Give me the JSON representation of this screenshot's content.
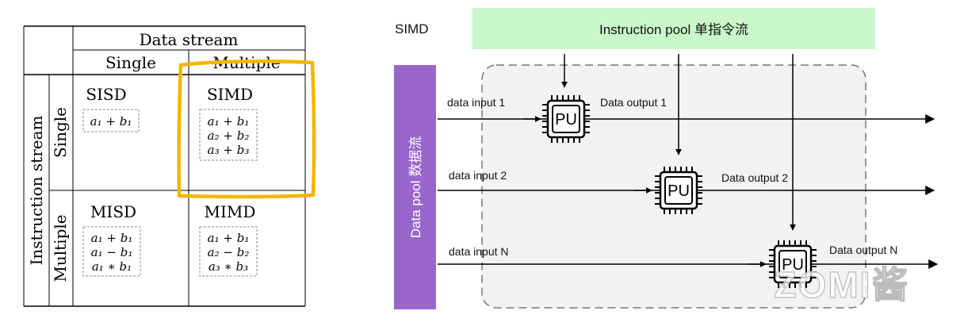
{
  "taxonomy": {
    "header_data_stream": "Data stream",
    "col_single": "Single",
    "col_multiple": "Multiple",
    "row_header_instruction_stream": "Instruction stream",
    "row_single": "Single",
    "row_multiple": "Multiple",
    "cells": {
      "sisd": {
        "title": "SISD",
        "ops": [
          "a₁ + b₁"
        ]
      },
      "simd": {
        "title": "SIMD",
        "ops": [
          "a₁ + b₁",
          "a₂ + b₂",
          "a₃ + b₃"
        ]
      },
      "misd": {
        "title": "MISD",
        "ops": [
          "a₁ + b₁",
          "a₁ − b₁",
          "a₁ ∗ b₁"
        ]
      },
      "mimd": {
        "title": "MIMD",
        "ops": [
          "a₁ + b₁",
          "a₂ − b₂",
          "a₃ ∗ b₃"
        ]
      }
    },
    "highlight_color": "#f5b400"
  },
  "simd_diagram": {
    "label": "SIMD",
    "instruction_pool": "Instruction pool 单指令流",
    "data_pool": "Data pool 数据流",
    "pu_label": "PU",
    "inputs": [
      "data input 1",
      "data input 2",
      "data input N"
    ],
    "outputs": [
      "Data output  1",
      "Data output  2",
      "Data output N"
    ],
    "colors": {
      "instruction_pool": "#c9f7c9",
      "data_pool": "#9966cc",
      "dashed_box_fill": "#f2f2f2"
    }
  },
  "watermark": "ZOMI酱"
}
